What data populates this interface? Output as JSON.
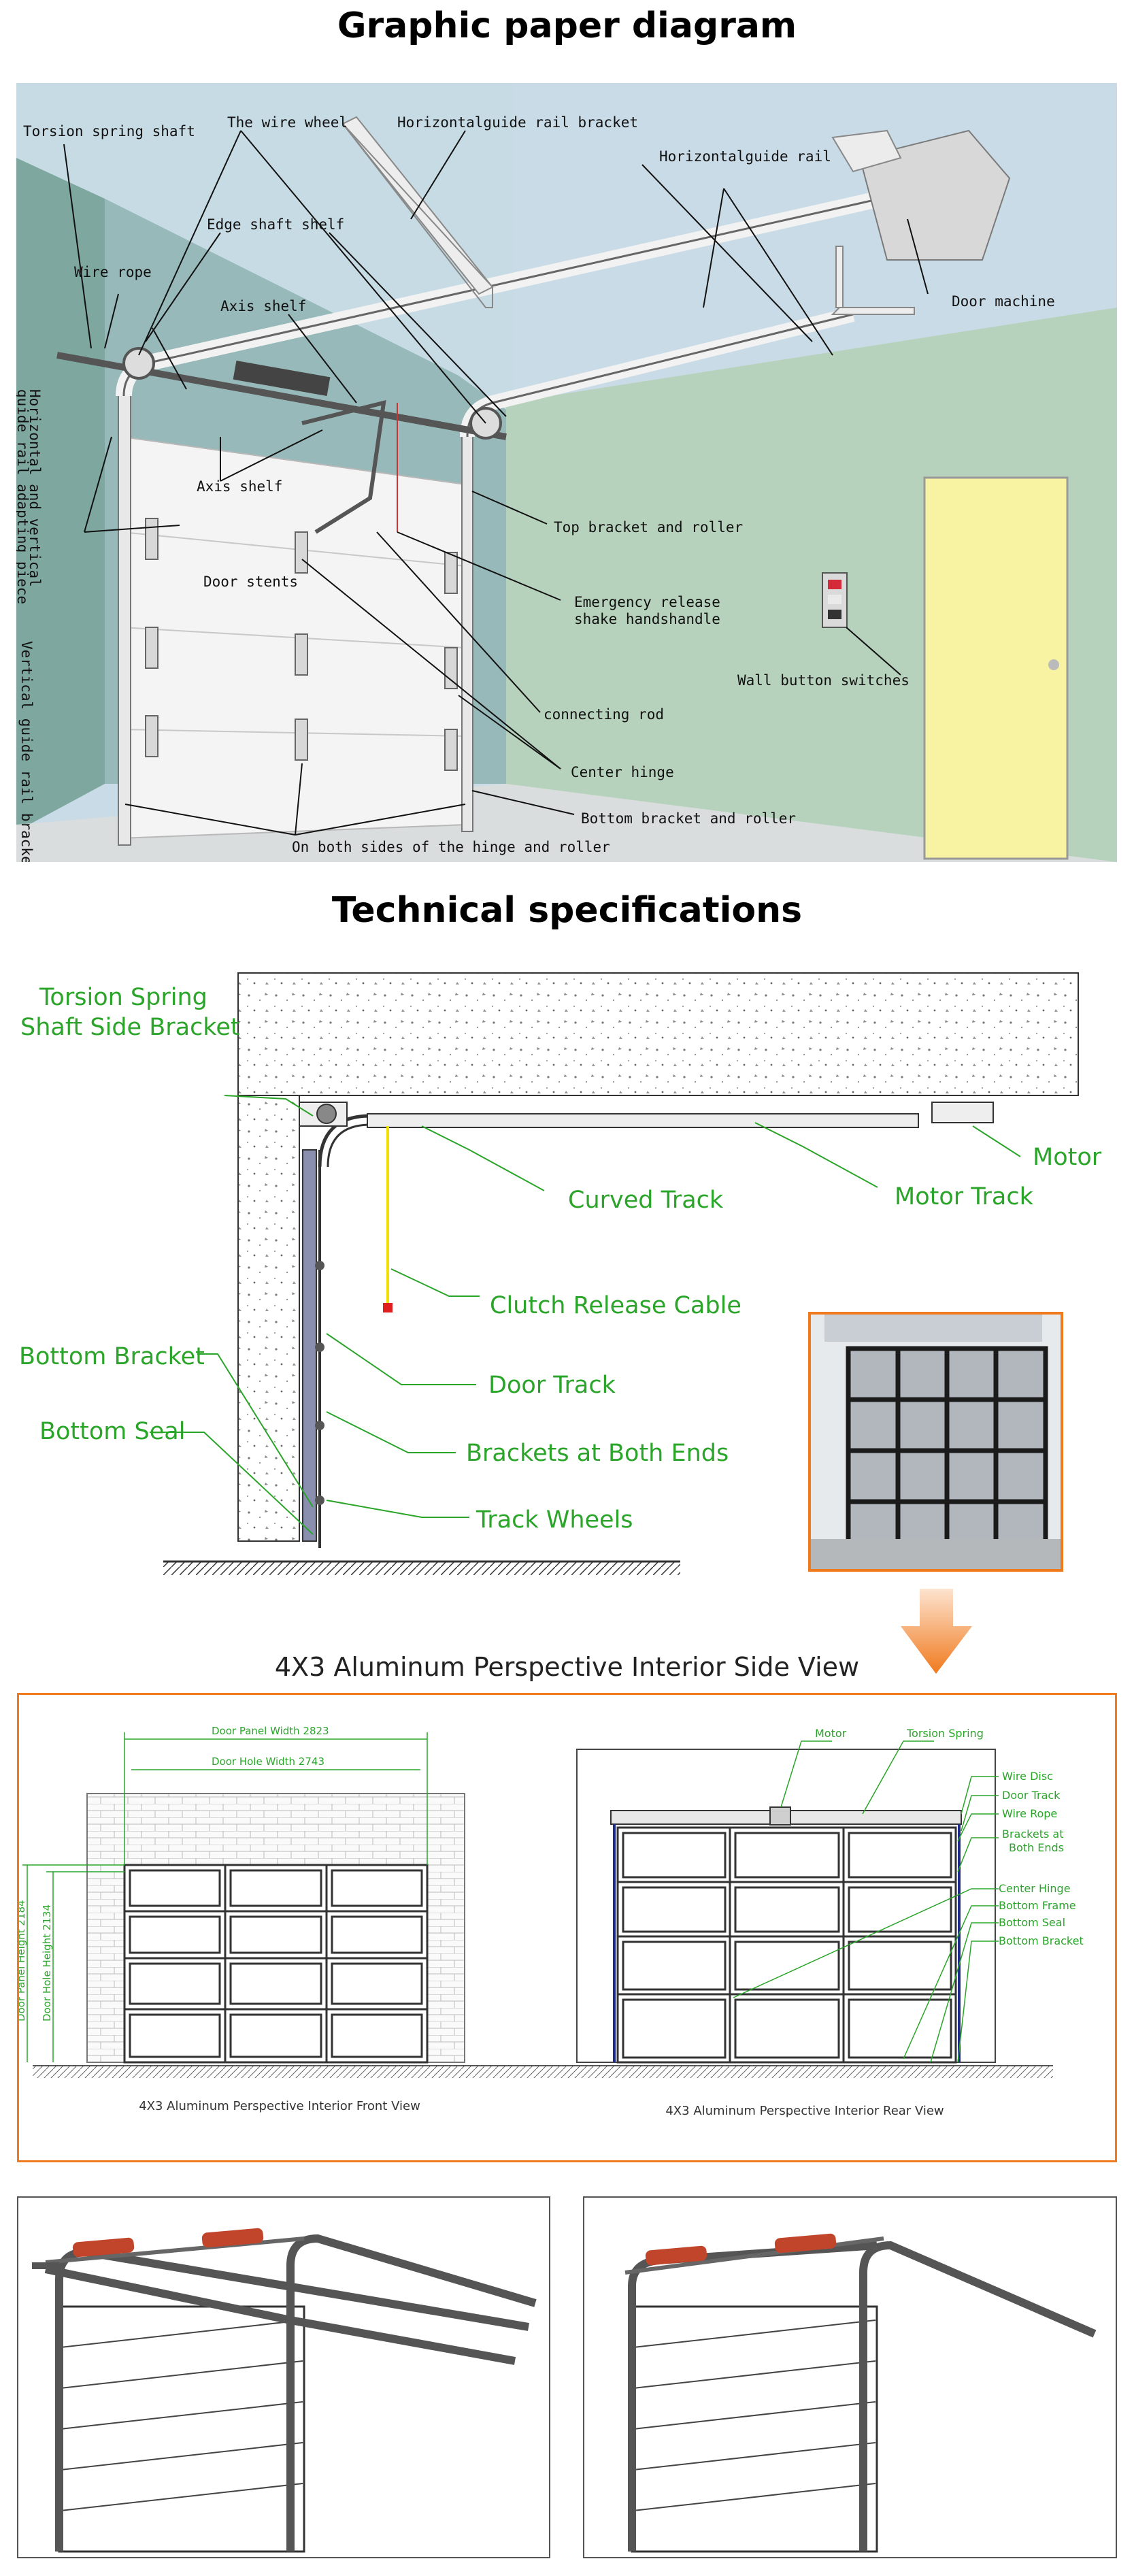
{
  "section1": {
    "title": "Graphic paper diagram",
    "labels": {
      "torsion_spring_shaft": "Torsion spring shaft",
      "wire_wheel": "The wire wheel",
      "horizontal_guide_rail_bracket": "Horizontalguide rail  bracket",
      "horizontal_guide_rail": "Horizontalguide rail",
      "edge_shaft_shelf": "Edge shaft shelf",
      "wire_rope": "Wire rope",
      "axis_shelf_top": "Axis shelf",
      "door_machine": "Door machine",
      "axis_shelf_bottom": "Axis shelf",
      "top_bracket_roller": "Top bracket and roller",
      "door_stents": "Door stents",
      "emergency_release_1": "Emergency release",
      "emergency_release_2": "shake handshandle",
      "wall_button_switches": "Wall button switches",
      "connecting_rod": "connecting rod",
      "center_hinge": "Center hinge",
      "bottom_bracket_roller": "Bottom bracket and roller",
      "both_sides": "On both sides of the hinge and roller",
      "vertical_adapting_1": "Horizontal and vertical",
      "vertical_adapting_2": "guide rail adapting piece",
      "vertical_guide_bracket": "Vertical guide rail bracket"
    }
  },
  "section2": {
    "title": "Technical specifications",
    "labels": {
      "torsion_bracket_1": "Torsion Spring",
      "torsion_bracket_2": "Shaft Side Bracket",
      "motor": "Motor",
      "curved_track": "Curved Track",
      "motor_track": "Motor Track",
      "clutch_release": "Clutch Release Cable",
      "bottom_bracket": "Bottom Bracket",
      "door_track": "Door Track",
      "bottom_seal": "Bottom Seal",
      "brackets_both_ends": "Brackets at Both Ends",
      "track_wheels": "Track Wheels"
    }
  },
  "section3": {
    "title": "4X3 Aluminum Perspective Interior Side View",
    "front": {
      "panel_width": "Door Panel Width 2823",
      "hole_width": "Door Hole Width    2743",
      "panel_height": "Door Panel Height 2184",
      "hole_height": "Door Hole Height 2134",
      "caption": "4X3 Aluminum Perspective Interior Front View"
    },
    "rear": {
      "motor": "Motor",
      "torsion_spring": "Torsion Spring",
      "wire_disc": "Wire Disc",
      "door_track": "Door Track",
      "wire_rope": "Wire Rope",
      "brackets_1": "Brackets at",
      "brackets_2": "Both Ends",
      "center_hinge": "Center Hinge",
      "bottom_frame": "Bottom Frame",
      "bottom_seal": "Bottom Seal",
      "bottom_bracket": "Bottom Bracket",
      "caption": "4X3 Aluminum Perspective Interior Rear View"
    }
  },
  "colors": {
    "accent_green": "#2aa52a",
    "accent_orange": "#f07a1e",
    "wall_blue": "#c5d9e3",
    "wall_green": "#b9d3bd",
    "door_yellow": "#f7f3a3",
    "spring_red": "#c0452a"
  },
  "icons": {
    "arrow": "orange-down-arrow-icon"
  }
}
